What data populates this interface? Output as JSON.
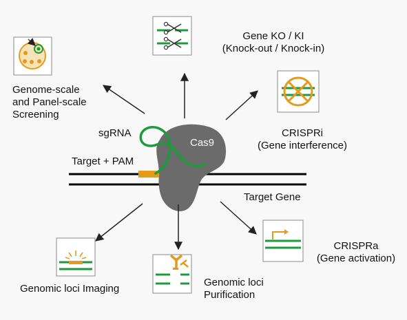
{
  "colors": {
    "green": "#1e9a3c",
    "orange": "#e59a1b",
    "protein": "#6b6b6b",
    "dna": "#000000"
  },
  "center": {
    "sgrna_label": "sgRNA",
    "cas9_label": "Cas9",
    "target_pam_label": "Target + PAM",
    "target_gene_label": "Target Gene"
  },
  "applications": {
    "screening": {
      "lines": [
        "Genome-scale",
        "and Panel-scale",
        "Screening"
      ]
    },
    "knockout": {
      "lines": [
        "Gene KO / KI",
        "(Knock-out / Knock-in)"
      ]
    },
    "crispri": {
      "lines": [
        "CRISPRi",
        "(Gene interference)"
      ]
    },
    "crispra": {
      "lines": [
        "CRISPRa",
        "(Gene activation)"
      ]
    },
    "purification": {
      "lines": [
        "Genomic loci",
        "Purification"
      ]
    },
    "imaging": {
      "lines": [
        "Genomic loci Imaging"
      ]
    }
  }
}
